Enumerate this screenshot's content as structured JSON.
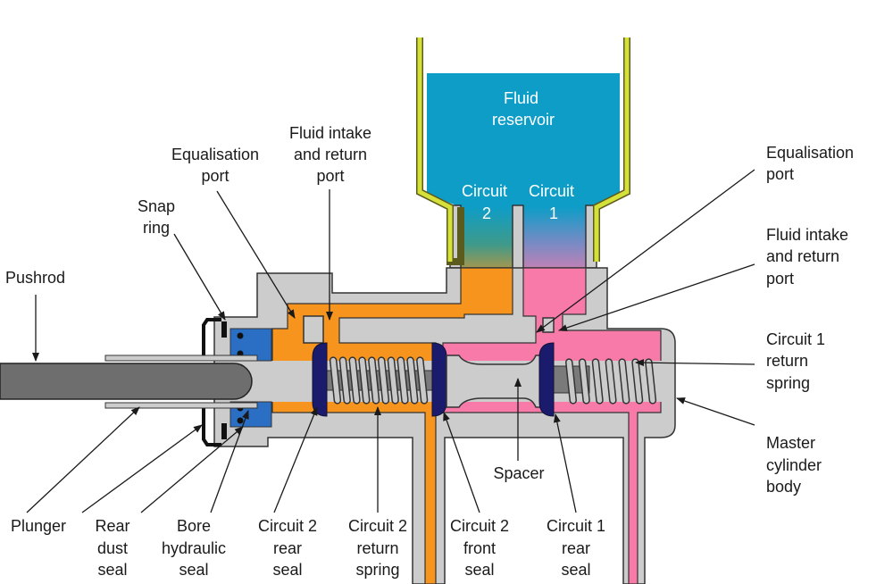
{
  "title": "Master cylinder cross-section",
  "colors": {
    "body": "#cccccc",
    "circuit_2_fluid": "#f7941d",
    "circuit_1_fluid": "#f77aa8",
    "reservoir_fluid": "#0e9dc7",
    "reservoir_wall": "#d6e03a",
    "seal": "#1b1b6e",
    "hydraulic_seal": "#2a6fc4",
    "pushrod": "#6e6e6e"
  },
  "reservoir": {
    "title_lines": [
      "Fluid",
      "reservoir"
    ],
    "circuit_2_lines": [
      "Circuit",
      "2"
    ],
    "circuit_1_lines": [
      "Circuit",
      "1"
    ]
  },
  "labels": {
    "pushrod": [
      "Pushrod"
    ],
    "snap_ring": [
      "Snap",
      "ring"
    ],
    "equalisation_port_left": [
      "Equalisation",
      "port"
    ],
    "fluid_intake_left": [
      "Fluid intake",
      "and return",
      "port"
    ],
    "equalisation_port_right": [
      "Equalisation",
      "port"
    ],
    "fluid_intake_right": [
      "Fluid intake",
      "and return",
      "port"
    ],
    "circuit_1_return_spring": [
      "Circuit 1",
      "return",
      "spring"
    ],
    "master_cylinder_body": [
      "Master",
      "cylinder",
      "body"
    ],
    "spacer": [
      "Spacer"
    ],
    "plunger": [
      "Plunger"
    ],
    "rear_dust_seal": [
      "Rear",
      "dust",
      "seal"
    ],
    "bore_hydraulic_seal": [
      "Bore",
      "hydraulic",
      "seal"
    ],
    "circuit_2_rear_seal": [
      "Circuit 2",
      "rear",
      "seal"
    ],
    "circuit_2_return_spring": [
      "Circuit 2",
      "return",
      "spring"
    ],
    "circuit_2_front_seal": [
      "Circuit 2",
      "front",
      "seal"
    ],
    "circuit_1_rear_seal": [
      "Circuit 1",
      "rear",
      "seal"
    ]
  }
}
